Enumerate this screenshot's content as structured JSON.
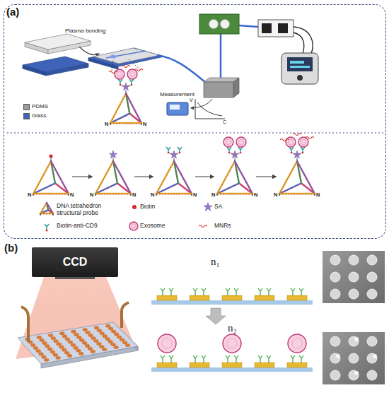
{
  "diagram": {
    "nodes": [
      {
        "text": [
          "(a)"
        ]
      },
      {
        "text": [
          "CCD"
        ]
      }
    ],
    "labels": [
      "(b)",
      "Plasma bonding",
      "Measurement",
      "V",
      "C",
      "N",
      "N",
      "N",
      "N",
      "N",
      "N",
      "N",
      "N",
      "N",
      "N",
      "N",
      "N",
      "n₁",
      "n₂"
    ],
    "legend": [
      {
        "text": "PDMS",
        "color": "#9b9b9b"
      },
      {
        "text": "Glass",
        "color": "#3f63b8"
      },
      {
        "text": "DNA tetrahedron structural probe"
      },
      {
        "text": "Biotin"
      },
      {
        "text": "SA"
      },
      {
        "text": "Biotin-anti-CD9"
      },
      {
        "text": "Exosome"
      },
      {
        "text": "MNRs"
      }
    ]
  }
}
